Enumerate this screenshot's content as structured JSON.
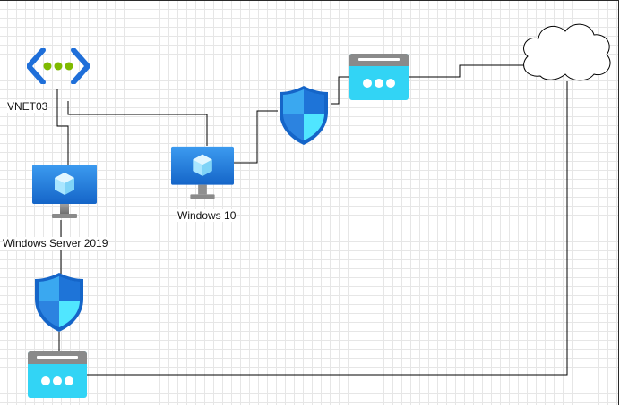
{
  "nodes": {
    "vnet": {
      "label": "VNET03",
      "icon": "virtual-network-icon"
    },
    "server": {
      "label": "Windows Server 2019",
      "icon": "monitor-icon"
    },
    "win10": {
      "label": "Windows 10",
      "icon": "monitor-icon"
    },
    "shield_top": {
      "icon": "shield-icon"
    },
    "shield_left": {
      "icon": "shield-icon"
    },
    "gateway_top": {
      "icon": "gateway-icon"
    },
    "gateway_bottom": {
      "icon": "gateway-icon"
    },
    "cloud": {
      "icon": "cloud-icon"
    }
  },
  "colors": {
    "azure_blue": "#1F6FD9",
    "azure_light": "#50E6FF",
    "vnet_green": "#7FBA00",
    "line": "#000000",
    "grid": "#e6e6e6"
  }
}
